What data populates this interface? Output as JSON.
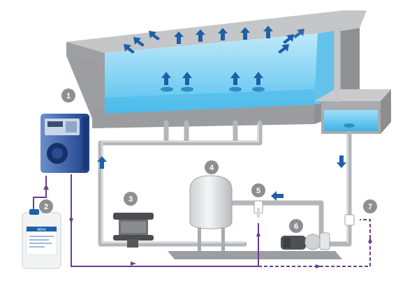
{
  "labels": {
    "l1": "1",
    "l2": "2",
    "l3": "3",
    "l4": "4",
    "l5": "5",
    "l6": "6",
    "l7": "7"
  },
  "canister": {
    "brand": "SEKO"
  },
  "colors": {
    "water": "#7fd3f5",
    "water_dark": "#40b6ea",
    "concrete": "#a8aaad",
    "pipe": "#b4b7ba",
    "dosing_line": "#6b3c8a",
    "arrow_blue": "#1e5fa8",
    "badge": "#8d8f92"
  }
}
